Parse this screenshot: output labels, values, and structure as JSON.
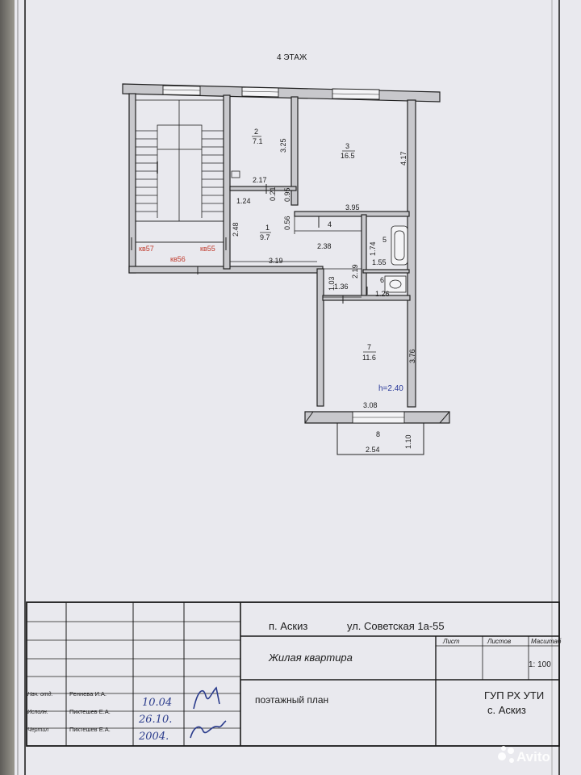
{
  "floor_title": "4 ЭТАЖ",
  "rooms": {
    "r1": {
      "num": "1",
      "area": "9.7"
    },
    "r2": {
      "num": "2",
      "area": "7.1"
    },
    "r3": {
      "num": "3",
      "area": "16.5"
    },
    "r5": {
      "num": "5"
    },
    "r6": {
      "num": "6"
    },
    "r7": {
      "num": "7",
      "area": "11.6"
    },
    "r8": {
      "num": "8"
    }
  },
  "dimensions": {
    "d325": "3.25",
    "d217": "2.17",
    "d417": "4.17",
    "d124": "1.24",
    "d021": "0.21",
    "d095": "0.95",
    "d395": "3.95",
    "d056": "0.56",
    "d248": "2.48",
    "d4": "4",
    "d238": "2.38",
    "d174": "1.74",
    "d155": "1.55",
    "d319": "3.19",
    "d219": "2.19",
    "d103": "1.03",
    "d136": "1.36",
    "d126": "1.26",
    "d376": "3.76",
    "d308": "3.08",
    "d254": "2.54",
    "d110": "1.10"
  },
  "ceiling_height": "h=2.40",
  "apartments": {
    "kv57": "кв57",
    "kv55": "кв55",
    "kv56": "кв56"
  },
  "stamp": {
    "address_settlement": "п. Аскиз",
    "address_street": "ул. Советская 1а-55",
    "object": "Жилая квартира",
    "sheet_type": "поэтажный план",
    "col_list": "Лист",
    "col_sheets": "Листов",
    "col_scale": "Масштаб",
    "scale": "1: 100",
    "org_name": "ГУП РХ УТИ",
    "org_place": "с. Аскиз",
    "roles": [
      {
        "role": "Нач. отд.",
        "name": "Реннева И.А.",
        "date": "10.04"
      },
      {
        "role": "Исполн.",
        "name": "Пиктешев Е.А.",
        "date": "26.10."
      },
      {
        "role": "Чертил",
        "name": "Пиктешев Е.А.",
        "date": "2004."
      }
    ]
  },
  "watermark": "Avito"
}
